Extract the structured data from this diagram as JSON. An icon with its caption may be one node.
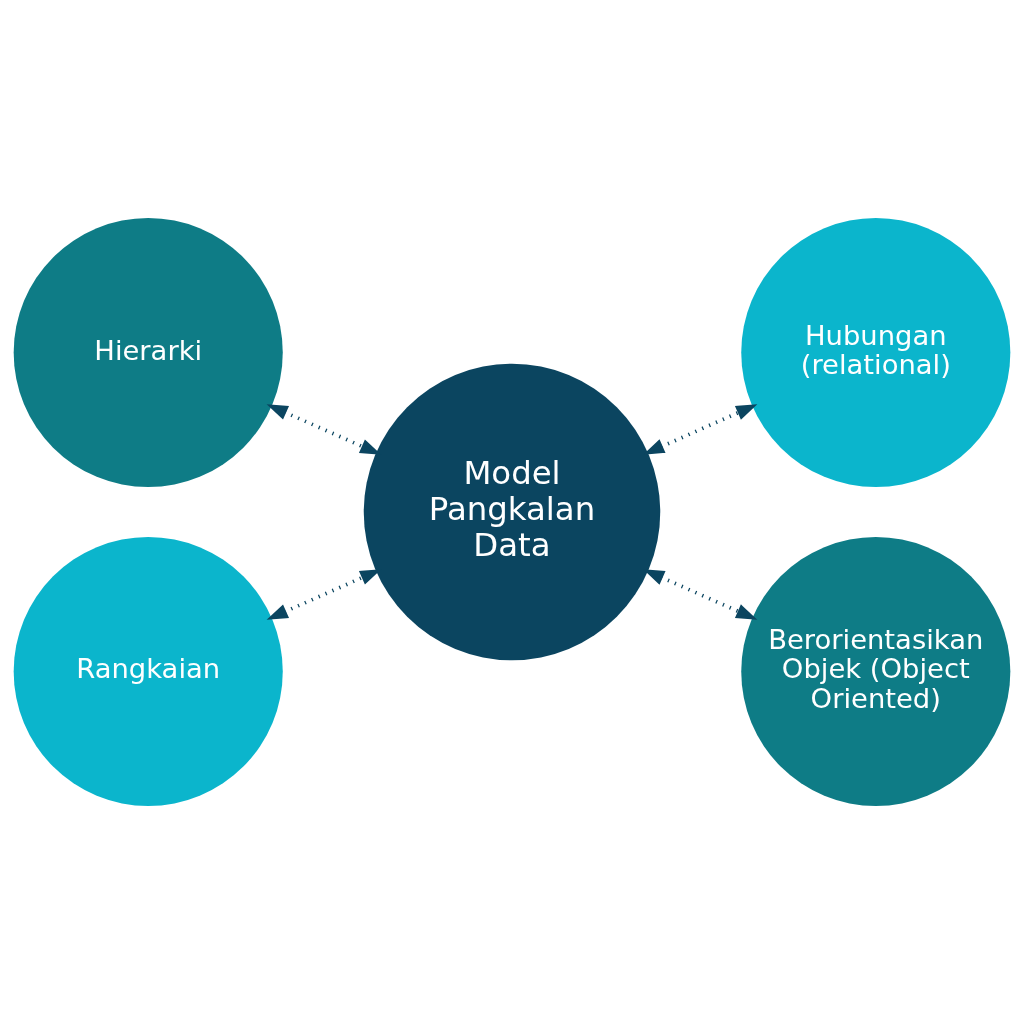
{
  "diagram": {
    "nodes": [
      {
        "text": [
          "Hierarki"
        ]
      },
      {
        "text": [
          "Hubungan (relational)"
        ]
      },
      {
        "text": [
          "Model Pangkalan Data"
        ]
      },
      {
        "text": [
          "Rangkaian"
        ]
      },
      {
        "text": [
          "Berorientasikan Objek (Object Oriented)"
        ]
      }
    ],
    "edges": [
      {
        "from": 0,
        "to": 2,
        "arrow": "both",
        "style": "dashed"
      },
      {
        "from": 2,
        "to": 1,
        "arrow": "both",
        "style": "dashed"
      },
      {
        "from": 3,
        "to": 2,
        "arrow": "both",
        "style": "dashed"
      },
      {
        "from": 2,
        "to": 4,
        "arrow": "both",
        "style": "dashed"
      }
    ]
  }
}
